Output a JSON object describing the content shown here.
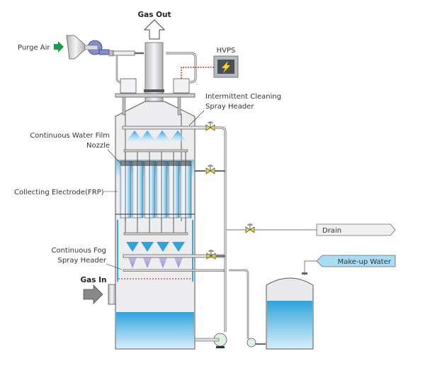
{
  "labels": {
    "gas_out": "Gas Out",
    "purge_air": "Purge Air",
    "hvps": "HVPS",
    "intermittent_line1": "Intermittent Cleaning",
    "intermittent_line2": "Spray Header",
    "water_film_line1": "Continuous Water Film",
    "water_film_line2": "Nozzle",
    "collecting_electrode": "Collecting Electrode(FRP)",
    "fog_line1": "Continuous Fog",
    "fog_line2": "Spray Header",
    "gas_in": "Gas In",
    "drain": "Drain",
    "makeup_water": "Make-up Water"
  },
  "colors": {
    "water": "#3aa9e0",
    "vessel": "#eeeef0",
    "valve": "#f2dc1e",
    "purge_arrow": "#1f9a4a",
    "hvps_wire": "#d0312d",
    "blower": "#7f8fd0",
    "fog": "#b8aede"
  },
  "icons": {
    "hvps": "lightning-icon",
    "valve": "gate-valve-icon",
    "pump": "pump-icon"
  }
}
